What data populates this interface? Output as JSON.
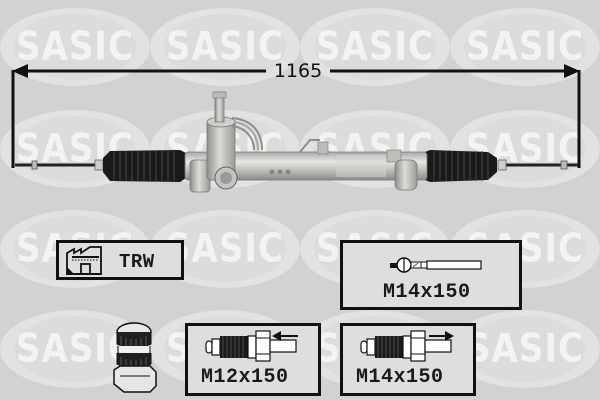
{
  "background": {
    "watermark_text": "SASIC",
    "color": "#d2d2d2"
  },
  "product": {
    "type": "steering-rack",
    "overall_length": "1165"
  },
  "manufacturer_box": {
    "icon": "factory-icon",
    "label": "TRW"
  },
  "tie_rod_box": {
    "icon": "tie-rod-icon",
    "thread": "M14x150"
  },
  "fittings": [
    {
      "icon": "pipe-fitting-icon",
      "arrow": "left",
      "thread": "M12x150"
    },
    {
      "icon": "pipe-fitting-icon",
      "arrow": "right",
      "thread": "M14x150"
    }
  ],
  "accessory": {
    "icon": "cap-nut-icon"
  },
  "colors": {
    "line": "#111111",
    "box_border": "#111111",
    "watermark": "#f3f3f3"
  }
}
